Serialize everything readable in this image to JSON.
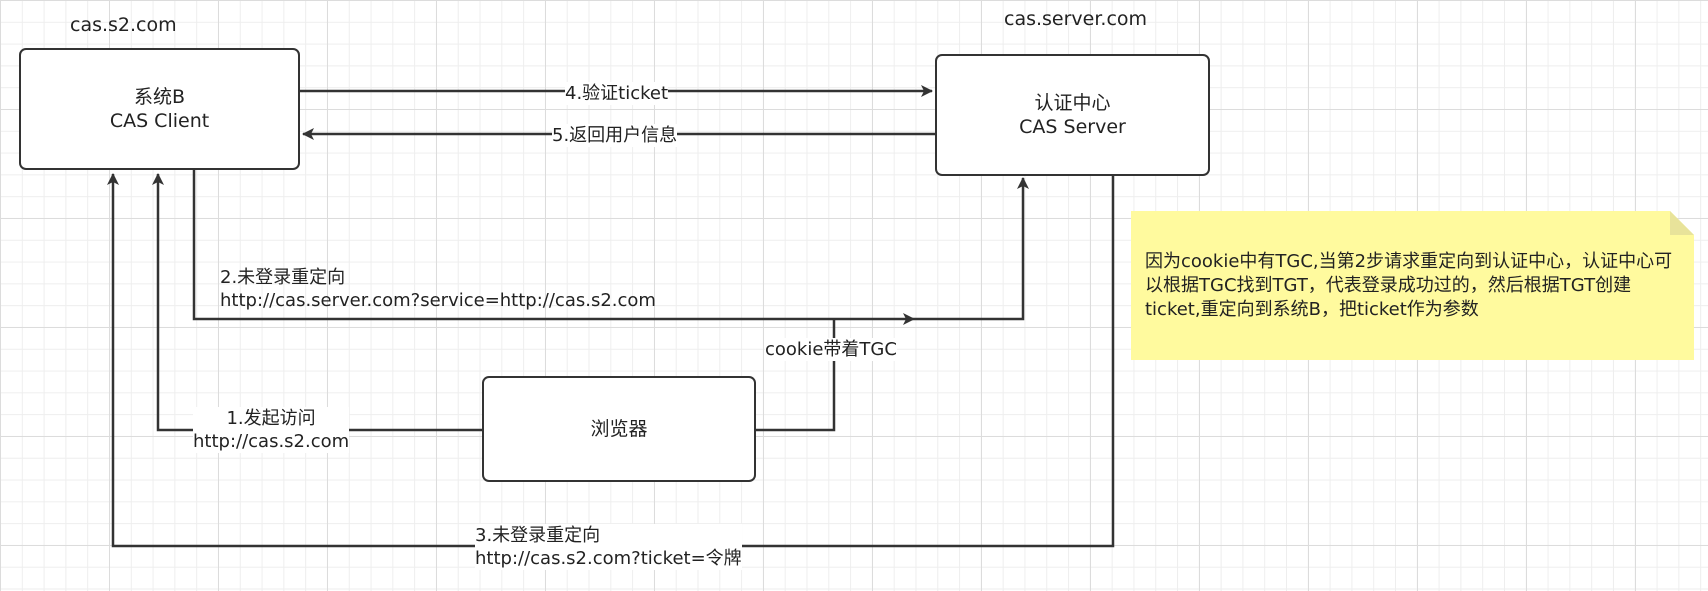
{
  "hosts": {
    "client": "cas.s2.com",
    "server": "cas.server.com"
  },
  "boxes": {
    "system_b": {
      "line1": "系统B",
      "line2": "CAS Client"
    },
    "auth_center": {
      "line1": "认证中心",
      "line2": "CAS Server"
    },
    "browser": {
      "line1": "浏览器"
    }
  },
  "edges": {
    "step4": "4.验证ticket",
    "step5": "5.返回用户信息",
    "step2_line1": "2.未登录重定向",
    "step2_line2": "http://cas.server.com?service=http://cas.s2.com",
    "cookie": "cookie带着TGC",
    "step1_line1": "1.发起访问",
    "step1_line2": "http://cas.s2.com",
    "step3_line1": "3.未登录重定向",
    "step3_line2": "http://cas.s2.com?ticket=令牌"
  },
  "note": {
    "text": "因为cookie中有TGC,当第2步请求重定向到认证中心，认证中心可以根据TGC找到TGT，代表登录成功过的，然后根据TGT创建ticket,重定向到系统B，把ticket作为参数"
  },
  "colors": {
    "line": "#333333",
    "note_fill": "#fffa9e",
    "note_fold": "#e8e39a",
    "grid": "#dcdcdc"
  }
}
